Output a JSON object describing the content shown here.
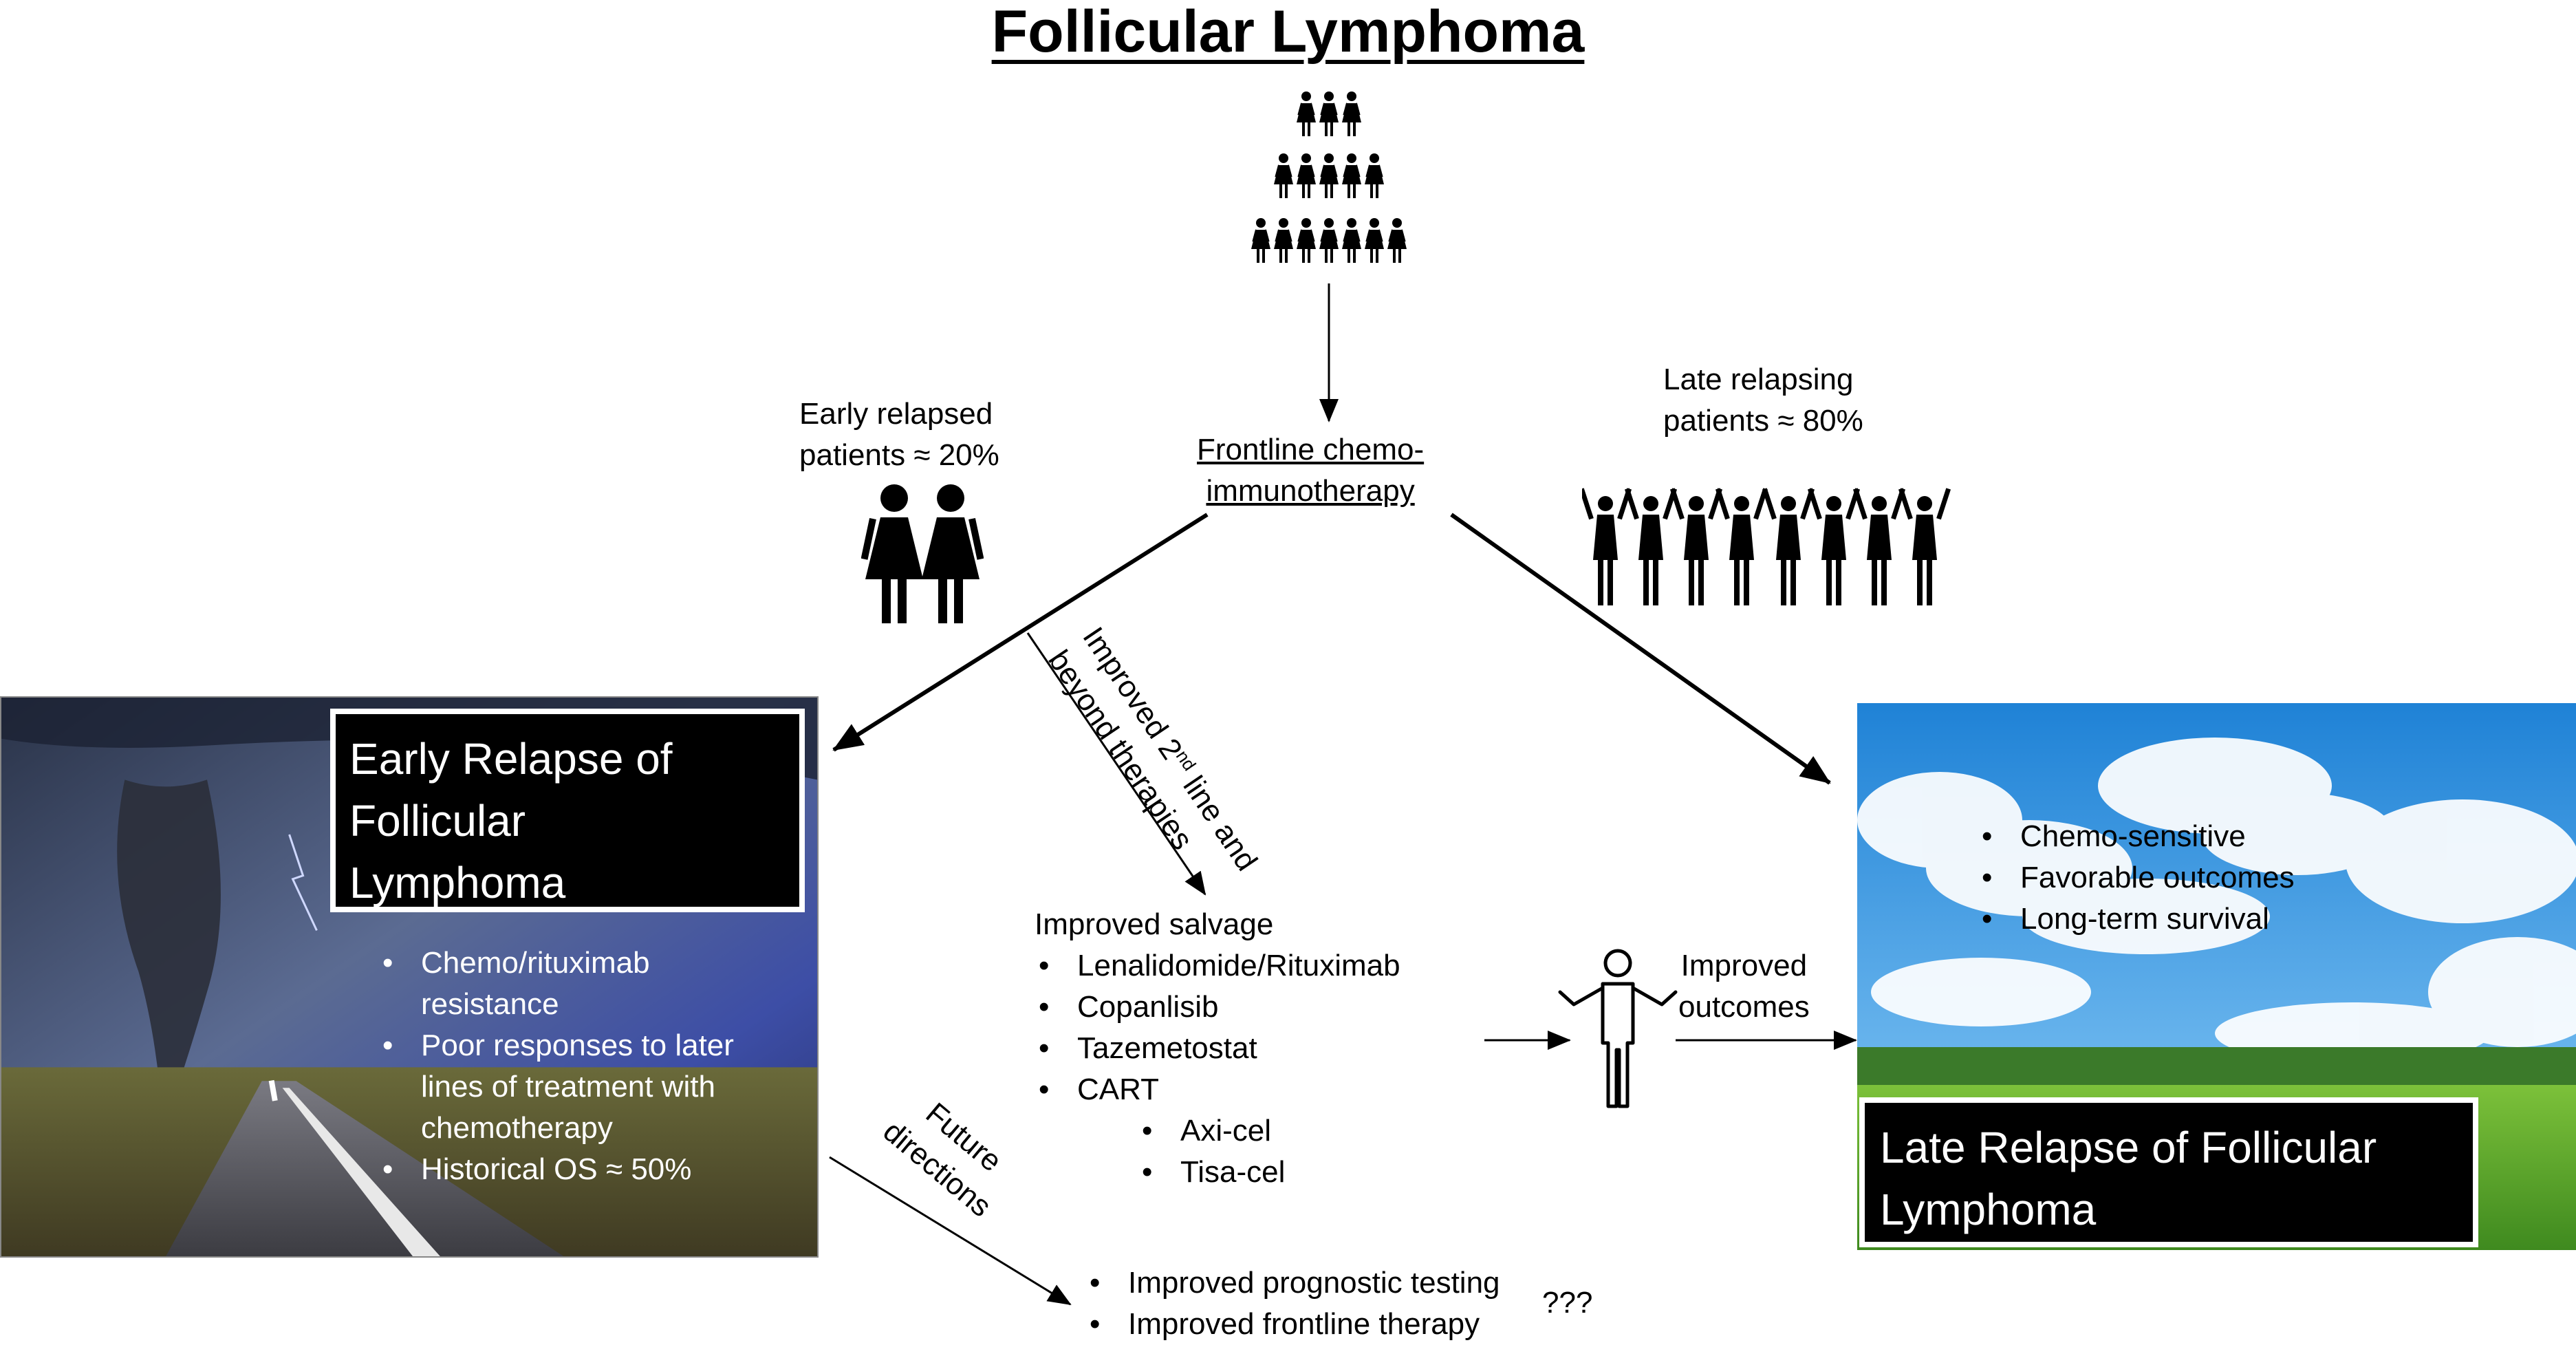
{
  "title": "Follicular Lymphoma",
  "frontline": [
    "Frontline chemo-",
    "immunotherapy"
  ],
  "early_relapsed": [
    "Early relapsed",
    "patients ≈ 20%"
  ],
  "late_relapsing": [
    "Late relapsing",
    "patients ≈ 80%"
  ],
  "early_box": [
    "Early Relapse of",
    "Follicular",
    "Lymphoma"
  ],
  "early_points": [
    "Chemo/rituximab",
    "resistance",
    "Poor responses to later",
    "lines of treatment with",
    "chemotherapy",
    "Historical OS ≈ 50%"
  ],
  "late_box": [
    "Late Relapse of Follicular",
    "Lymphoma"
  ],
  "late_points": [
    "Chemo-sensitive",
    "Favorable outcomes",
    "Long-term survival"
  ],
  "second_line_label": [
    "Improved 2",
    "nd",
    " line and",
    "beyond therapies"
  ],
  "salvage_title": "Improved salvage",
  "salvage_items": [
    "Lenalidomide/Rituximab",
    "Copanlisib",
    "Tazemetostat",
    "CART"
  ],
  "cart_items": [
    "Axi-cel",
    "Tisa-cel"
  ],
  "improved_outcomes": [
    "Improved",
    "outcomes"
  ],
  "future_label": [
    "Future",
    "directions"
  ],
  "future_items": [
    "Improved prognostic testing",
    "Improved frontline therapy"
  ],
  "question_marks": "???",
  "icons": {
    "population": "people-pyramid-icon",
    "early_group": "two-people-icon",
    "late_group": "cheering-people-icon",
    "patient": "person-shrug-icon"
  },
  "colors": {
    "box_bg": "#000000",
    "box_text": "#ffffff",
    "arrow": "#000000"
  }
}
